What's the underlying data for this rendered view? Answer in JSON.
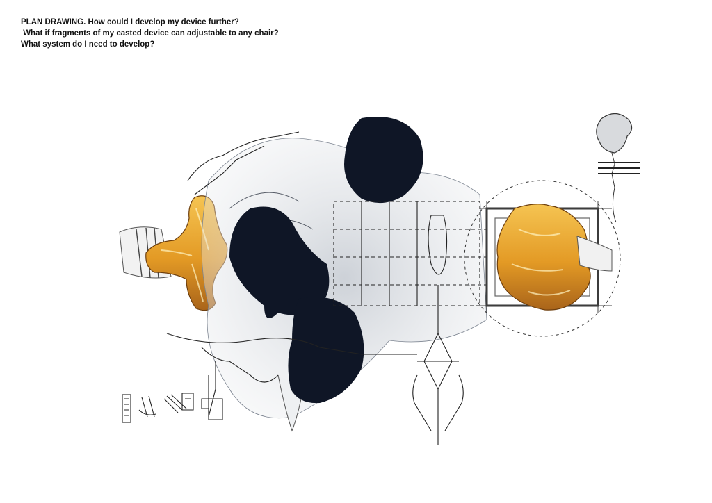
{
  "caption": {
    "line1": "PLAN DRAWING. How could I develop my device further?",
    "line2": " What if fragments of my casted device can adjustable to any chair?",
    "line3": "What system do I need to develop?"
  },
  "colors": {
    "ink": "#111111",
    "dark_wash": "#0f1626",
    "grey_wash": "#7d8591",
    "amber": "#e7a22b",
    "amber_dark": "#b8701a",
    "paper": "#ffffff"
  }
}
